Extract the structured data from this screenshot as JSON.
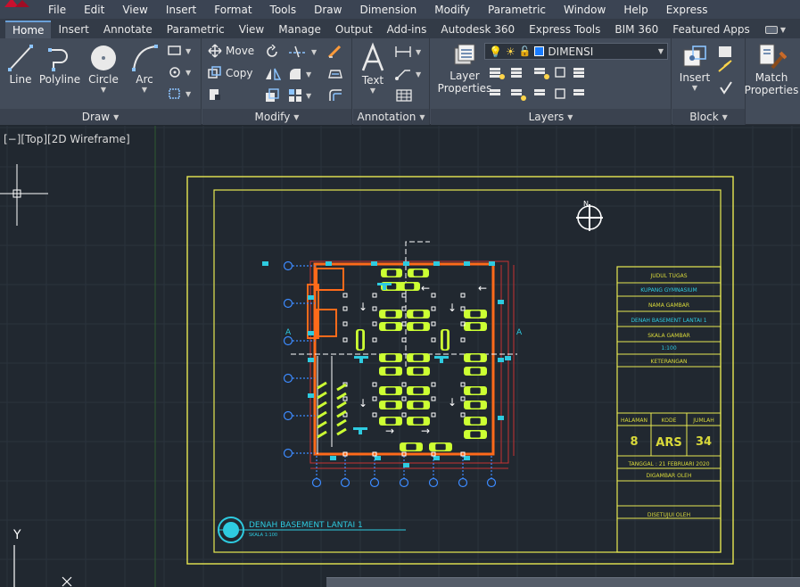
{
  "menu": [
    "File",
    "Edit",
    "View",
    "Insert",
    "Format",
    "Tools",
    "Draw",
    "Dimension",
    "Modify",
    "Parametric",
    "Window",
    "Help",
    "Express"
  ],
  "tabs": [
    "Home",
    "Insert",
    "Annotate",
    "Parametric",
    "View",
    "Manage",
    "Output",
    "Add-ins",
    "Autodesk 360",
    "Express Tools",
    "BIM 360",
    "Featured Apps"
  ],
  "active_tab": "Home",
  "ribbon": {
    "draw": {
      "title": "Draw",
      "line": "Line",
      "polyline": "Polyline",
      "circle": "Circle",
      "arc": "Arc"
    },
    "modify": {
      "title": "Modify",
      "move": "Move",
      "copy": "Copy"
    },
    "annotation": {
      "title": "Annotation",
      "text": "Text"
    },
    "layers": {
      "title": "Layers",
      "layer_properties_line1": "Layer",
      "layer_properties_line2": "Properties",
      "current_layer": "DIMENSI",
      "layer_color": "#1a7cff"
    },
    "block": {
      "title": "Block",
      "insert": "Insert"
    },
    "match_properties_line1": "Match",
    "match_properties_line2": "Properties"
  },
  "viewport_label": "[−][Top][2D Wireframe]",
  "drawing": {
    "north_label": "N",
    "section_marker": "A",
    "plan_title": "DENAH BASEMENT LANTAI 1",
    "plan_scale": "SKALA 1:100",
    "axis_y": "Y",
    "axis_x": "X",
    "title_block": {
      "judul_tugas": "JUDUL TUGAS",
      "project_name": "KUPANG GYMNASIUM",
      "nama_gambar": "NAMA GAMBAR",
      "drawing_name": "DENAH BASEMENT LANTAI 1",
      "skala_gambar": "SKALA GAMBAR",
      "scale_value": "1:100",
      "keterangan": "KETERANGAN",
      "halaman_label": "HALAMAN",
      "kode_label": "KODE",
      "jumlah_label": "JUMLAH",
      "halaman_value": "8",
      "kode_value": "ARS",
      "jumlah_value": "34",
      "tanggal": "TANGGAL : 21 FEBRUARI 2020",
      "digambar_oleh": "DIGAMBAR OLEH",
      "disetujui_oleh": "DISETUJUI OLEH"
    }
  },
  "colors": {
    "accent": "#ffff66",
    "frame": "#e8e852",
    "wall": "#ff6a1a",
    "grid_bubble": "#3d8bff",
    "dim": "#c83232",
    "cyan": "#2ecbe0",
    "car": "#ccff33"
  }
}
